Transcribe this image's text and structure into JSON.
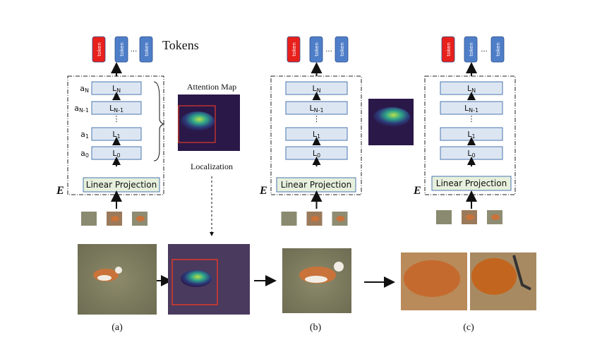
{
  "colors": {
    "token_red": "#e8201c",
    "token_blue": "#4f7ec8",
    "layer_fill": "#dce6f2",
    "projection_fill": "#e6f0dc",
    "stroke_blue": "#4a76b0",
    "crop_box_red": "#e0392a"
  },
  "tokens": {
    "label": "Tokens",
    "token_text": "token",
    "ellipsis": "..."
  },
  "encoder": {
    "symbol": "E",
    "projection_label": "Linear Projection",
    "layers": [
      "LN",
      "LN-1",
      "L1",
      "L0"
    ],
    "layer_dots": "⋮",
    "attention_weights": [
      "aN",
      "aN-1",
      "a1",
      "a0"
    ]
  },
  "attention": {
    "title": "Attention Map",
    "localization_label": "Localization"
  },
  "panels": [
    {
      "label": "(a)"
    },
    {
      "label": "(b)"
    },
    {
      "label": "(c)"
    }
  ]
}
